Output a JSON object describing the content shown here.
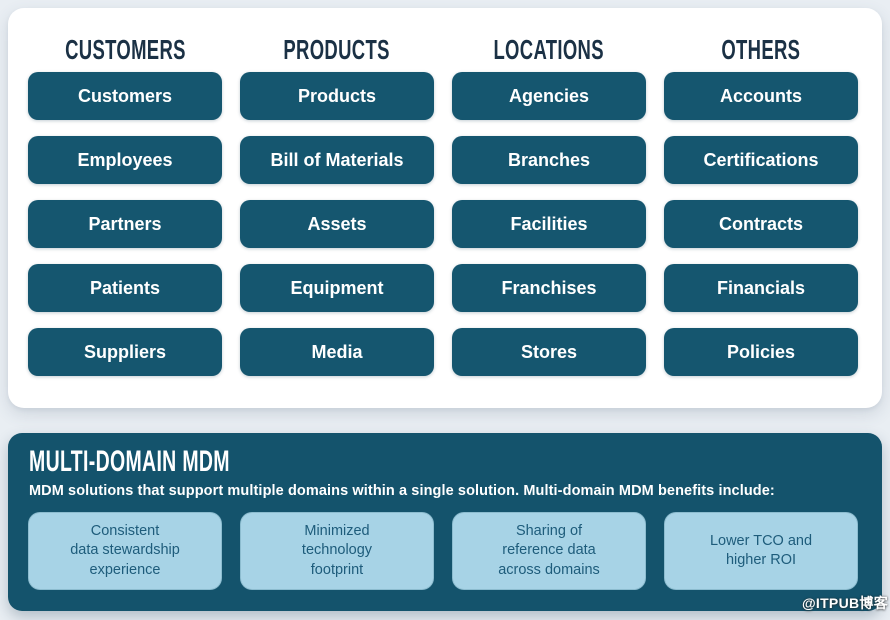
{
  "colors": {
    "page_bg": "#E9EEF3",
    "card_bg": "#FFFFFF",
    "button_bg": "#15566F",
    "button_text": "#FFFFFF",
    "column_header_text": "#1B3145",
    "panel_bg": "#14536C",
    "benefit_box_bg": "#A7D3E6",
    "benefit_box_text": "#1E5C7B"
  },
  "domain_card": {
    "columns": [
      {
        "header": "CUSTOMERS",
        "items": [
          "Customers",
          "Employees",
          "Partners",
          "Patients",
          "Suppliers"
        ]
      },
      {
        "header": "PRODUCTS",
        "items": [
          "Products",
          "Bill of Materials",
          "Assets",
          "Equipment",
          "Media"
        ]
      },
      {
        "header": "LOCATIONS",
        "items": [
          "Agencies",
          "Branches",
          "Facilities",
          "Franchises",
          "Stores"
        ]
      },
      {
        "header": "OTHERS",
        "items": [
          "Accounts",
          "Certifications",
          "Contracts",
          "Financials",
          "Policies"
        ]
      }
    ]
  },
  "mdm_panel": {
    "title": "MULTI-DOMAIN MDM",
    "description": "MDM solutions that support multiple domains within a single solution. Multi-domain MDM benefits include:",
    "benefits": [
      "Consistent\ndata stewardship\nexperience",
      "Minimized\ntechnology\nfootprint",
      "Sharing of\nreference data\nacross domains",
      "Lower TCO and\nhigher ROI"
    ]
  },
  "watermark": {
    "text": "@ITPUB博客"
  }
}
